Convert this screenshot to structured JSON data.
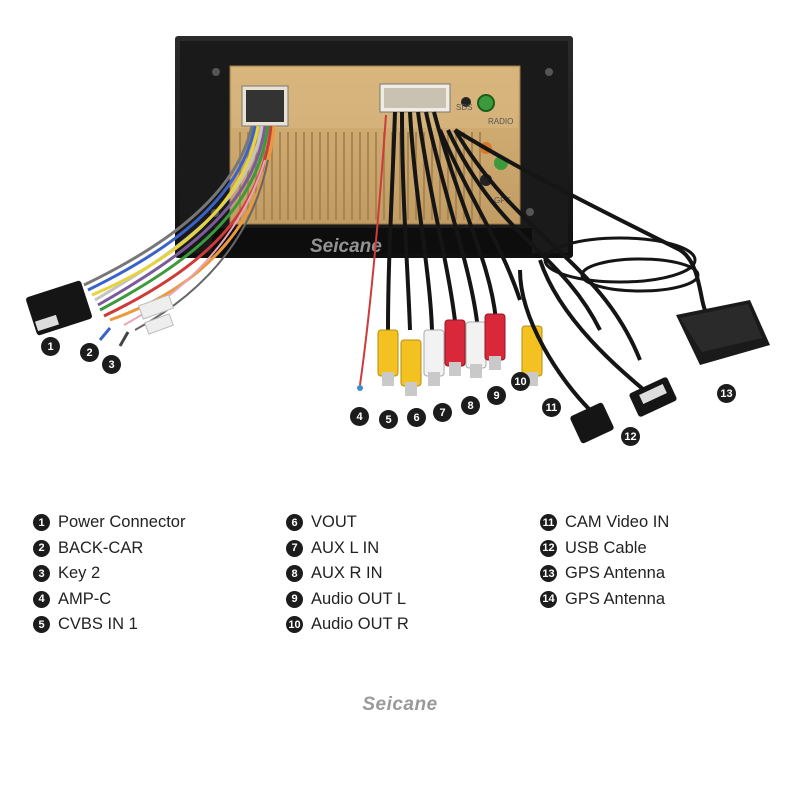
{
  "brand": "Seicane",
  "device": {
    "port_labels": [
      "SDS",
      "RADIO",
      "GPS"
    ]
  },
  "callouts": [
    "1",
    "2",
    "3",
    "4",
    "5",
    "6",
    "7",
    "8",
    "9",
    "10",
    "11",
    "12",
    "13"
  ],
  "legend": {
    "col1": [
      {
        "num": "1",
        "label": "Power Connector"
      },
      {
        "num": "2",
        "label": "BACK-CAR"
      },
      {
        "num": "3",
        "label": "Key 2"
      },
      {
        "num": "4",
        "label": "AMP-C"
      },
      {
        "num": "5",
        "label": "CVBS IN 1"
      }
    ],
    "col2": [
      {
        "num": "6",
        "label": "VOUT"
      },
      {
        "num": "7",
        "label": "AUX L IN"
      },
      {
        "num": "8",
        "label": "AUX R IN"
      },
      {
        "num": "9",
        "label": "Audio OUT L"
      },
      {
        "num": "10",
        "label": "Audio OUT R"
      }
    ],
    "col3": [
      {
        "num": "11",
        "label": "CAM Video IN"
      },
      {
        "num": "12",
        "label": "USB Cable"
      },
      {
        "num": "13",
        "label": "GPS Antenna"
      },
      {
        "num": "14",
        "label": "GPS Antenna"
      }
    ]
  }
}
